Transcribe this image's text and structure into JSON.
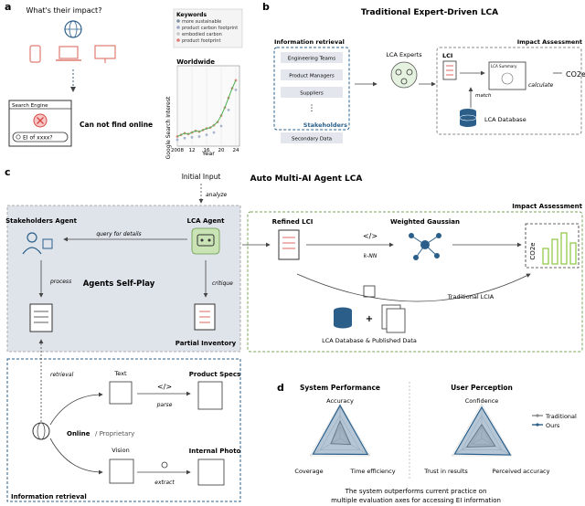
{
  "panel_a": {
    "letter": "a",
    "question": "What's their impact?",
    "search_engine_label": "Search Engine",
    "search_query": "EI of xxxx?",
    "cannot_find": "Can not find online",
    "keywords_title": "Keywords",
    "keywords": [
      {
        "label": "more sustainable",
        "color": "#7f8fa6"
      },
      {
        "label": "product carbon footprint",
        "color": "#9aa7c7"
      },
      {
        "label": "embodied carbon",
        "color": "#c7c7c7"
      },
      {
        "label": "product footprint",
        "color": "#e07b73"
      }
    ],
    "chart_title": "Worldwide"
  },
  "chart_data": {
    "type": "scatter",
    "title": "Worldwide",
    "xlabel": "Year",
    "ylabel": "Google Search Interest",
    "x_ticks": [
      "2008",
      "12",
      "16",
      "20",
      "24"
    ],
    "xlim": [
      2008,
      2025
    ],
    "series": [
      {
        "name": "product footprint",
        "x": [
          2008,
          2009,
          2010,
          2011,
          2012,
          2013,
          2014,
          2015,
          2016,
          2017,
          2018,
          2019,
          2020,
          2021,
          2022,
          2023,
          2024
        ],
        "values": [
          12,
          14,
          16,
          15,
          17,
          19,
          18,
          20,
          22,
          23,
          26,
          30,
          38,
          48,
          60,
          72,
          82
        ]
      },
      {
        "name": "product carbon footprint",
        "x": [
          2008,
          2010,
          2012,
          2014,
          2016,
          2018,
          2020,
          2022,
          2024
        ],
        "values": [
          8,
          10,
          11,
          12,
          14,
          17,
          25,
          45,
          70
        ]
      }
    ]
  },
  "panel_b": {
    "letter": "b",
    "title": "Traditional Expert-Driven LCA",
    "info_retrieval": "Information retrieval",
    "items": [
      "Engineering Teams",
      "Product Managers",
      "Suppliers"
    ],
    "ellipsis": "⋮",
    "stakeholders": "Stakeholders",
    "secondary": "Secondary Data",
    "experts": "LCA Experts",
    "impact_assessment": "Impact Assessment",
    "lci": "LCI",
    "lca_summary": "LCA Summary",
    "calculate": "calculate",
    "co2e": "CO2e",
    "match": "match",
    "lca_database": "LCA Database"
  },
  "panel_c": {
    "letter": "c",
    "title": "Auto Multi-AI Agent LCA",
    "initial_input": "Initial Input",
    "analyze": "analyze",
    "stakeholders_agent": "Stakeholders Agent",
    "lca_agent": "LCA Agent",
    "query": "query for details",
    "process": "process",
    "critique": "critique",
    "self_play": "Agents Self-Play",
    "partial_inventory": "Partial Inventory",
    "impact_assessment": "Impact Assessment",
    "refined_lci": "Refined LCI",
    "weighted_gaussian": "Weighted Gaussian",
    "knn": "k-NN",
    "traditional_lcia": "Traditional LCIA",
    "db_published": "LCA Database & Published Data",
    "co2e": "CO2e",
    "retrieval": "retrieval",
    "text": "Text",
    "product_specs": "Product Specs",
    "parse": "parse",
    "online": "Online",
    "proprietary": "/ Proprietary",
    "vision": "Vision",
    "internal_photo": "Internal Photo",
    "extract": "extract",
    "info_retrieval": "Information retrieval"
  },
  "panel_d": {
    "letter": "d",
    "sys_title": "System Performance",
    "user_title": "User Perception",
    "sys_axes": [
      "Accuracy",
      "Coverage",
      "Time efficiency"
    ],
    "user_axes": [
      "Confidence",
      "Trust in results",
      "Perceived accuracy"
    ],
    "legend": [
      {
        "label": "Traditional",
        "color": "#8a8a8a"
      },
      {
        "label": "Ours",
        "color": "#2b5f8a"
      }
    ],
    "caption1": "The system outperforms current practice on",
    "caption2": "multiple evaluation axes for accessing EI information"
  }
}
